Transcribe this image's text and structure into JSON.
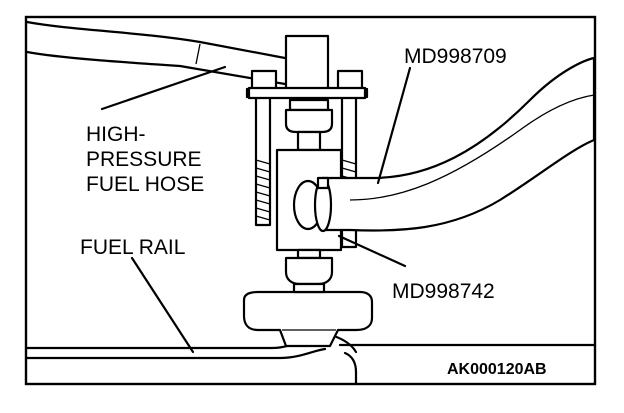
{
  "labels": {
    "high_pressure_hose": [
      "HIGH-",
      "PRESSURE",
      "FUEL HOSE"
    ],
    "fuel_rail": "FUEL RAIL",
    "tool_top": "MD998709",
    "tool_bottom": "MD998742",
    "figure_code": "AK000120AB"
  }
}
